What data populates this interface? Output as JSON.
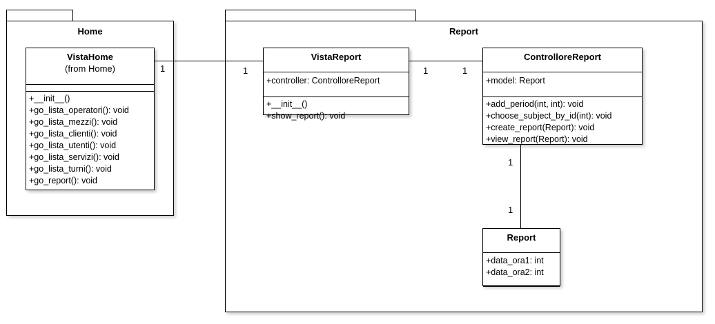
{
  "packages": {
    "home": {
      "title": "Home"
    },
    "report": {
      "title": "Report"
    }
  },
  "classes": {
    "vista_home": {
      "name": "VistaHome",
      "from": "(from Home)",
      "attributes": [],
      "operations": [
        "+__init__()",
        "+go_lista_operatori(): void",
        "+go_lista_mezzi(): void",
        "+go_lista_clienti(): void",
        "+go_lista_utenti(): void",
        "+go_lista_servizi(): void",
        "+go_lista_turni(): void",
        "+go_report(): void"
      ]
    },
    "vista_report": {
      "name": "VistaReport",
      "attributes": [
        "+controller: ControlloreReport"
      ],
      "operations": [
        "+__init__()",
        "+show_report(): void"
      ]
    },
    "controllore_report": {
      "name": "ControlloreReport",
      "attributes": [
        "+model: Report"
      ],
      "operations": [
        "+add_period(int, int): void",
        "+choose_subject_by_id(int): void",
        "+create_report(Report): void",
        "+view_report(Report): void"
      ]
    },
    "report": {
      "name": "Report",
      "attributes": [
        "+data_ora1: int",
        "+data_ora2: int"
      ],
      "operations": []
    }
  },
  "associations": [
    {
      "from": "VistaHome",
      "to": "VistaReport",
      "from_mult": "1",
      "to_mult": "1"
    },
    {
      "from": "VistaReport",
      "to": "ControlloreReport",
      "from_mult": "1",
      "to_mult": "1"
    },
    {
      "from": "ControlloreReport",
      "to": "Report",
      "from_mult": "1",
      "to_mult": "1"
    }
  ]
}
